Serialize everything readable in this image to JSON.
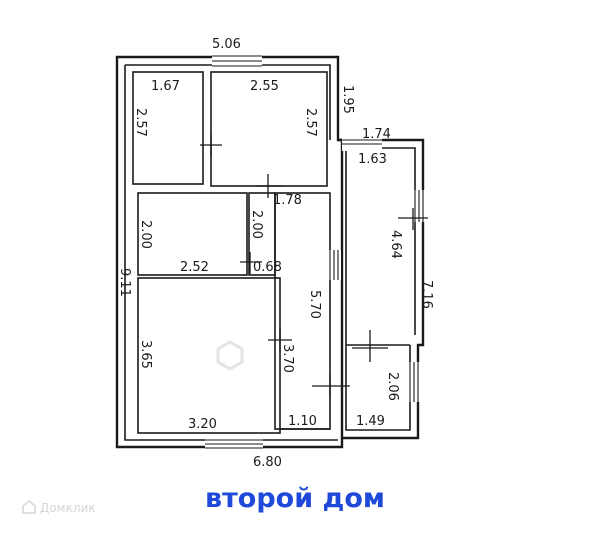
{
  "plan": {
    "dimensions": {
      "top_width": "5.06",
      "bottom_width": "6.80",
      "left_height": "9.11",
      "right_upper": "1.95",
      "annex_width": "1.74",
      "annex_inner_width": "1.63",
      "annex_length": "4.64",
      "annex_total": "7.16",
      "room1_width": "1.67",
      "room1_height": "2.57",
      "room2_width": "2.55",
      "room2_height": "2.57",
      "corridor_width": "1.78",
      "room3_height": "2.00",
      "room3_width": "2.52",
      "closet_height": "2.00",
      "closet_width": "0.68",
      "hall_length": "5.70",
      "room4_height": "3.65",
      "room4_height_inner": "3.70",
      "room4_width": "3.20",
      "hall_end_width": "1.10",
      "porch_height": "2.06",
      "porch_width": "1.49"
    }
  },
  "caption": "второй дом",
  "watermark": {
    "brand": "Домклик"
  }
}
